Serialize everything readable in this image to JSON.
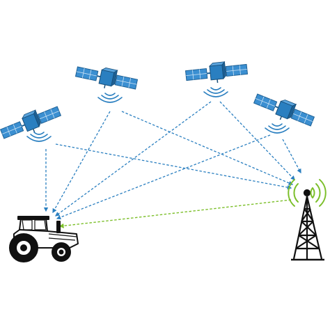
{
  "diagram": {
    "nodes": [
      {
        "id": "sat1",
        "kind": "satellite",
        "icon": "satellite-icon"
      },
      {
        "id": "sat2",
        "kind": "satellite",
        "icon": "satellite-icon"
      },
      {
        "id": "sat3",
        "kind": "satellite",
        "icon": "satellite-icon"
      },
      {
        "id": "sat4",
        "kind": "satellite",
        "icon": "satellite-icon"
      },
      {
        "id": "tractor",
        "kind": "tractor",
        "icon": "tractor-icon"
      },
      {
        "id": "tower",
        "kind": "base-station",
        "icon": "radio-tower-icon"
      }
    ],
    "links": [
      {
        "from": "sat1",
        "to": "tractor",
        "style": "satellite-signal"
      },
      {
        "from": "sat1",
        "to": "tower",
        "style": "satellite-signal"
      },
      {
        "from": "sat2",
        "to": "tractor",
        "style": "satellite-signal"
      },
      {
        "from": "sat2",
        "to": "tower",
        "style": "satellite-signal"
      },
      {
        "from": "sat3",
        "to": "tractor",
        "style": "satellite-signal"
      },
      {
        "from": "sat3",
        "to": "tower",
        "style": "satellite-signal"
      },
      {
        "from": "sat4",
        "to": "tractor",
        "style": "satellite-signal"
      },
      {
        "from": "sat4",
        "to": "tower",
        "style": "satellite-signal"
      },
      {
        "from": "tower",
        "to": "tractor",
        "style": "correction-signal"
      }
    ],
    "colors": {
      "satellite_body": "#2a7fc0",
      "satellite_panel": "#3b8fd1",
      "satellite_signal": "#2a7fc0",
      "correction_signal": "#7cbf2a",
      "tower_waves": "#7cbf2a",
      "outline": "#111111"
    }
  }
}
